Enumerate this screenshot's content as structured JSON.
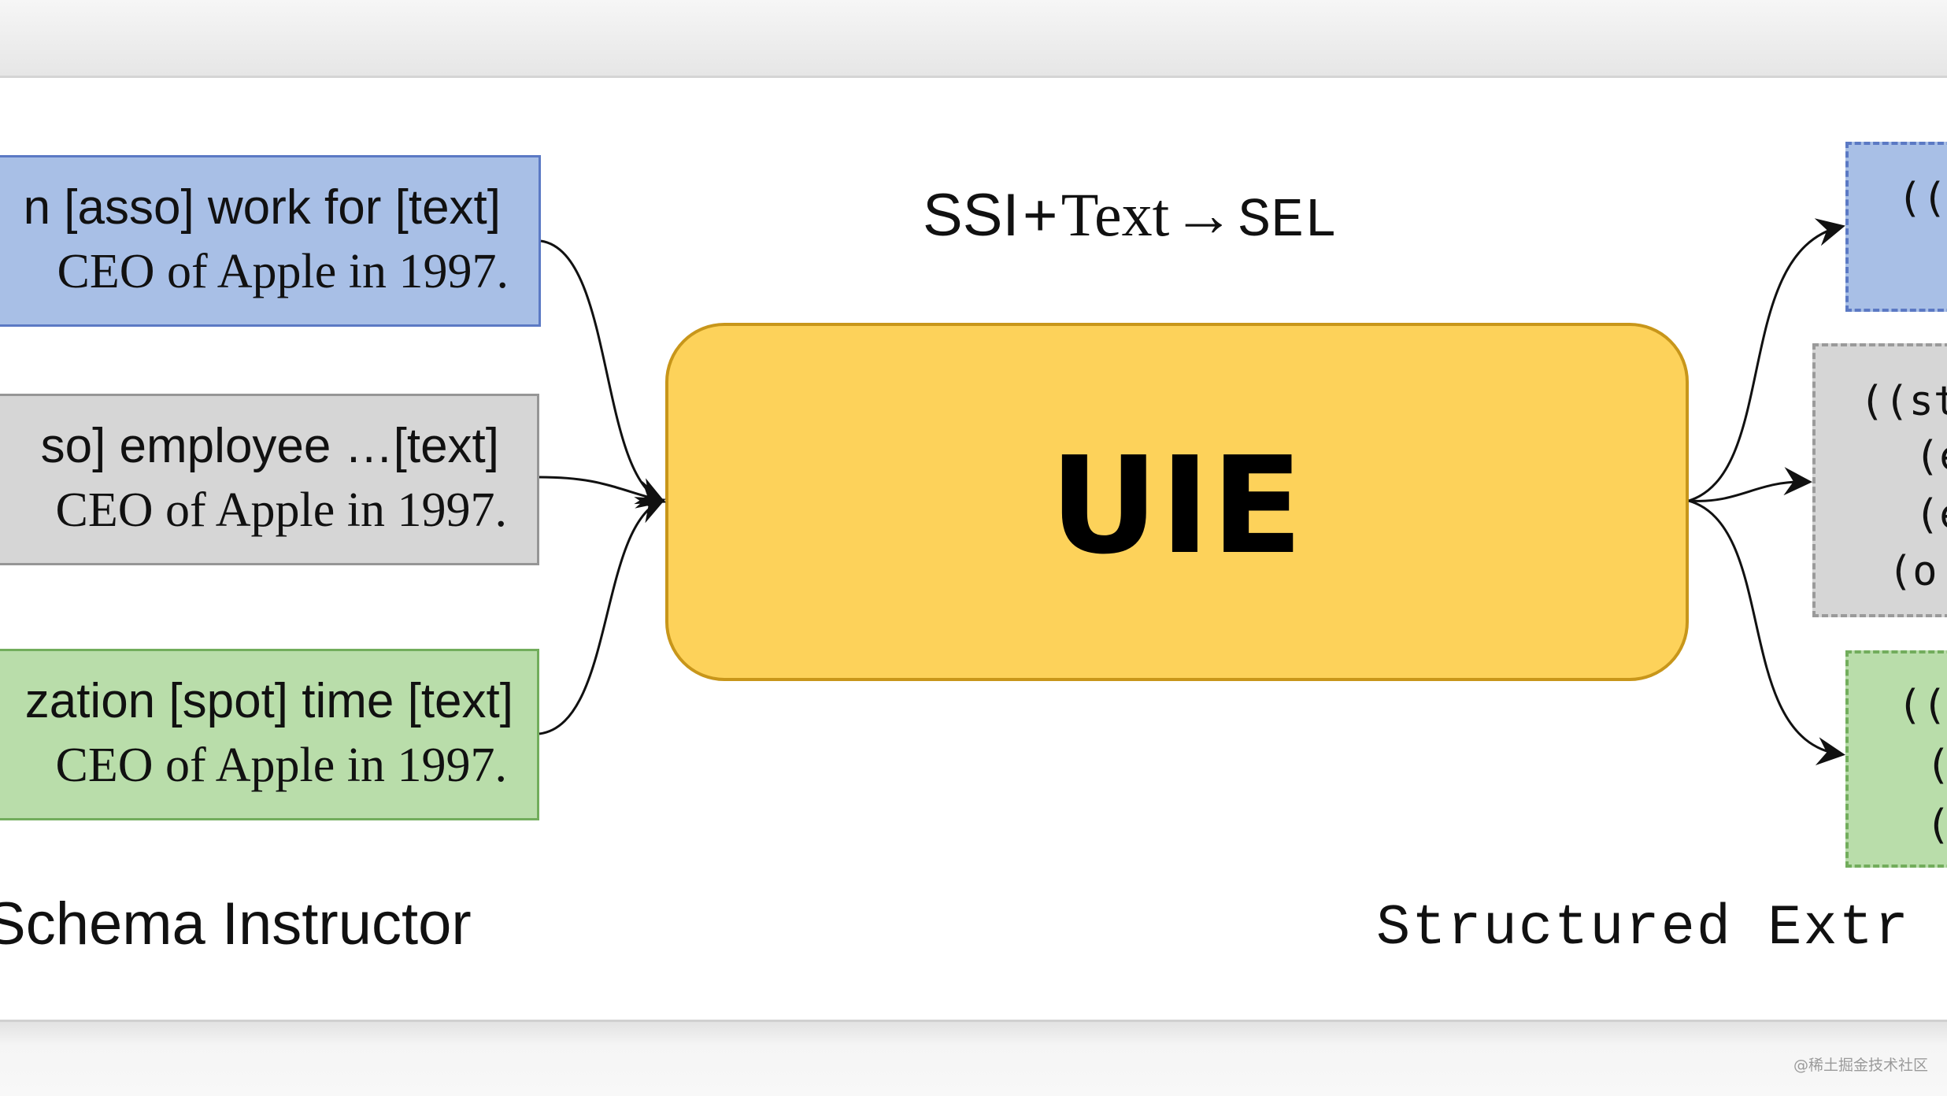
{
  "formula": {
    "ssi": "SSI",
    "plus": "+",
    "text": "Text",
    "arrow": "→",
    "sel": "SEL"
  },
  "model": {
    "label": "UIE"
  },
  "inputs": [
    {
      "line1": "n [asso] work for [text]",
      "line2": "CEO of Apple in 1997.",
      "color": "#a8bfe6"
    },
    {
      "line1": "so] employee …[text]",
      "line2": "CEO of Apple in 1997.",
      "color": "#d6d6d6"
    },
    {
      "line1": "zation [spot] time [text]",
      "line2": "CEO of Apple in 1997.",
      "color": "#b9ddaa"
    }
  ],
  "outputs": [
    {
      "lines": [
        "((("
      ],
      "color": "#a8bfe6"
    },
    {
      "lines": [
        "((st",
        "(e",
        "(e",
        "(o"
      ],
      "color": "#d6d6d6"
    },
    {
      "lines": [
        "((",
        "(",
        "("
      ],
      "color": "#b9ddaa"
    }
  ],
  "captions": {
    "left": "Schema Instructor",
    "right": "Structured Extr"
  },
  "watermark": "@稀土掘金技术社区"
}
